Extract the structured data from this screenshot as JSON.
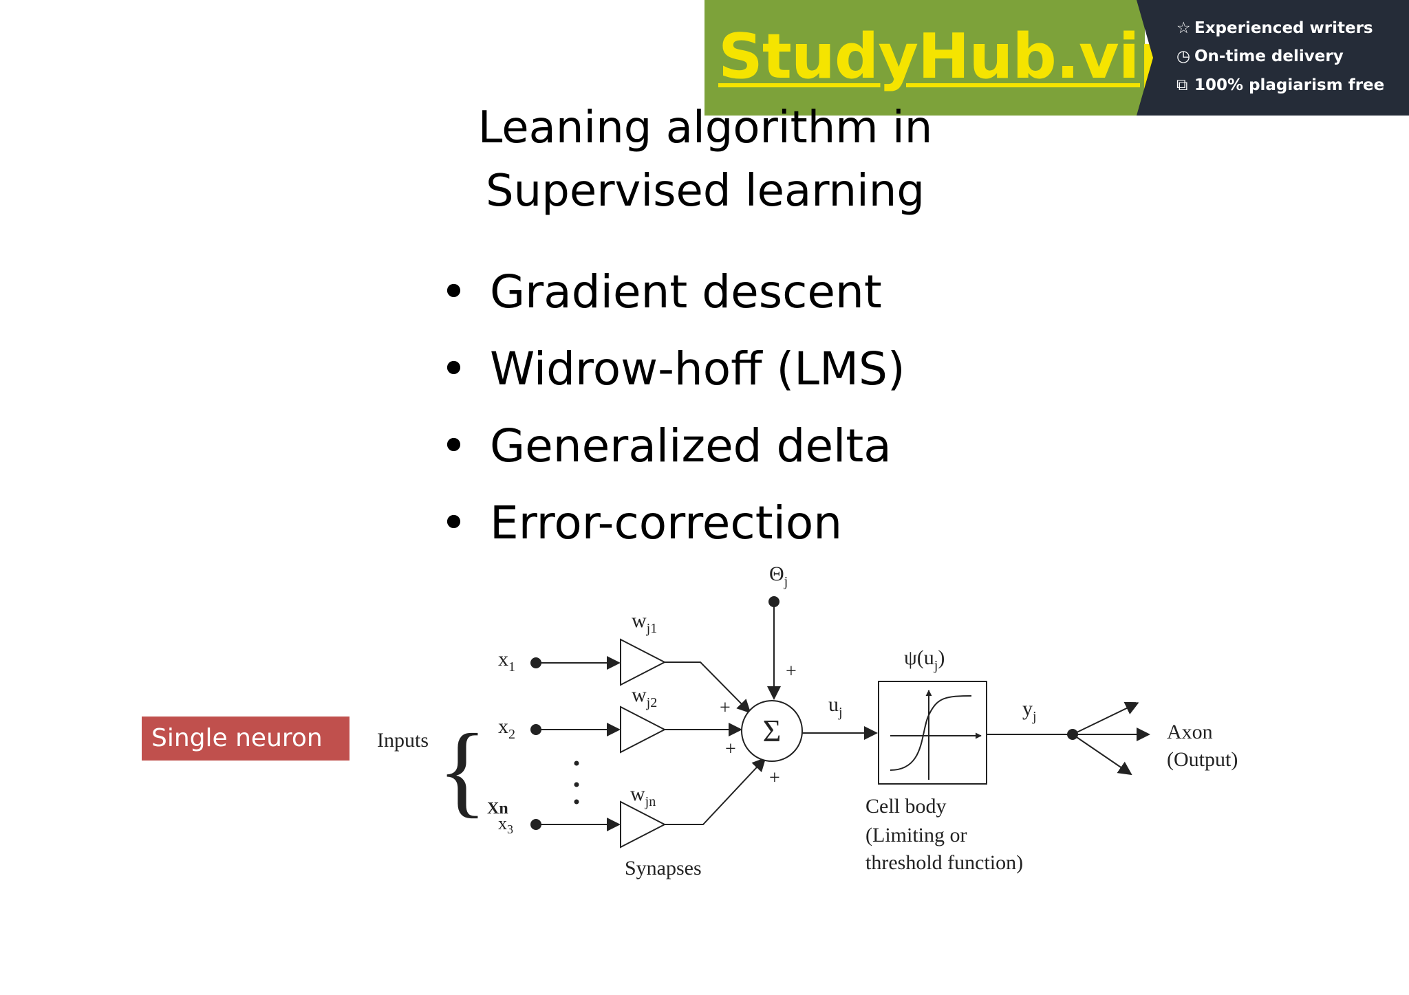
{
  "banner": {
    "logo": "StudyHub.vip",
    "features": [
      {
        "icon": "star-icon",
        "glyph": "☆",
        "label": "Experienced writers"
      },
      {
        "icon": "clock-icon",
        "glyph": "◷",
        "label": "On-time delivery"
      },
      {
        "icon": "copy-icon",
        "glyph": "⧉",
        "label": "100% plagiarism free"
      }
    ],
    "green": "#7da23a",
    "dark": "#252c38",
    "logo_color": "#f5e400"
  },
  "slide": {
    "title_line1": "Leaning algorithm in",
    "title_line2": "Supervised learning",
    "bullets": [
      "Gradient descent",
      "Widrow-hoff (LMS)",
      "Generalized delta",
      "Error-correction"
    ],
    "badge": "Single neuron",
    "badge_color": "#c0504d"
  },
  "diagram": {
    "inputs_label": "Inputs",
    "x1": "x",
    "x1_sub": "1",
    "x2": "x",
    "x2_sub": "2",
    "xn": "Xn",
    "x3": "x",
    "x3_sub": "3",
    "w1": "w",
    "w1_sub": "j1",
    "w2": "w",
    "w2_sub": "j2",
    "wn": "w",
    "wn_sub": "jn",
    "synapses": "Synapses",
    "theta": "Θ",
    "theta_sub": "j",
    "sigma": "Σ",
    "u": "u",
    "u_sub": "j",
    "psi_pre": "ψ(u",
    "psi_sub": "j",
    "psi_post": ")",
    "y": "y",
    "y_sub": "j",
    "plus": "+",
    "cell_body_1": "Cell body",
    "cell_body_2": "(Limiting or",
    "cell_body_3": "threshold function)",
    "axon_1": "Axon",
    "axon_2": "(Output)"
  }
}
